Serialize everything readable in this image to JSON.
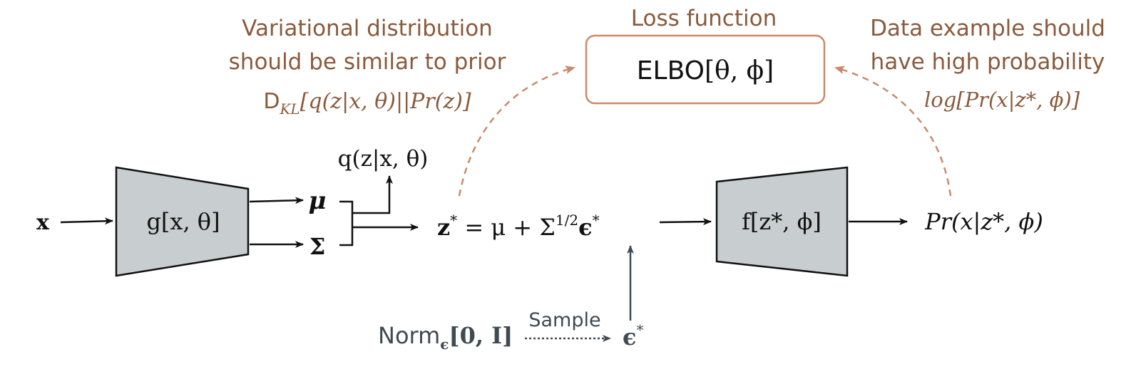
{
  "loss": {
    "title": "Loss function",
    "elbo_prefix": "ELBO",
    "elbo_args": "[θ, ϕ]"
  },
  "kl_note": {
    "line1": "Variational distribution",
    "line2": "should be similar to prior",
    "formula_d": "D",
    "formula_sub": "KL",
    "formula_body": "[q(z|x, θ)||Pr(z)]"
  },
  "likelihood_note": {
    "line1": "Data example should",
    "line2": "have high probability",
    "formula": "log[Pr(x|z*, ϕ)]"
  },
  "encoder": {
    "input": "x",
    "label": "g[x, θ]"
  },
  "outputs": {
    "mu": "μ",
    "sigma": "Σ",
    "q_label": "q(z|x, θ)"
  },
  "latent": {
    "z_star": "z",
    "z_sup": "*",
    "eq": " = μ + Σ",
    "sigma_pow": "1/2",
    "eps": "ϵ",
    "eps_sup": "*"
  },
  "decoder": {
    "label": "f[z*, ϕ]",
    "output": "Pr(x|z*, ϕ)"
  },
  "noise": {
    "norm": "Norm",
    "norm_sub": "ϵ",
    "norm_args": "[0, I]",
    "sample_label": "Sample",
    "eps": "ϵ",
    "eps_sup": "*"
  },
  "colors": {
    "accent": "#c98a6a",
    "accent_text": "#8a5a3c",
    "box_fill": "#c8cdd0",
    "ink": "#111111",
    "noise_ink": "#3f4a52"
  }
}
